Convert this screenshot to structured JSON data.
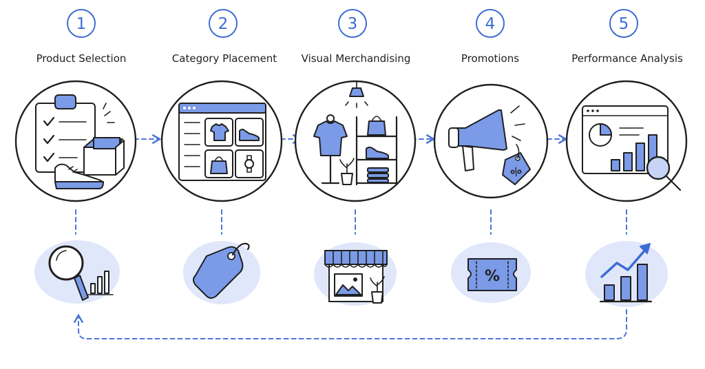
{
  "steps": [
    {
      "number": "1",
      "title": "Product Selection",
      "main_icon": "clipboard-checklist-box-sneaker-icon",
      "sub_icon": "magnifier-bar-chart-icon"
    },
    {
      "number": "2",
      "title": "Category Placement",
      "main_icon": "category-grid-window-icon",
      "sub_icon": "price-tag-icon"
    },
    {
      "number": "3",
      "title": "Visual Merchandising",
      "main_icon": "mannequin-shelf-display-icon",
      "sub_icon": "storefront-awning-icon"
    },
    {
      "number": "4",
      "title": "Promotions",
      "main_icon": "megaphone-discount-tag-icon",
      "sub_icon": "discount-ticket-icon"
    },
    {
      "number": "5",
      "title": "Performance Analysis",
      "main_icon": "analytics-dashboard-magnifier-icon",
      "sub_icon": "growth-chart-arrow-icon"
    }
  ],
  "glyphs": {
    "percent": "%"
  },
  "colors": {
    "accent": "#4a76d8",
    "icon_fill": "#7b9be8",
    "icon_light": "#c7d4f5",
    "ink": "#1f1f1f"
  }
}
